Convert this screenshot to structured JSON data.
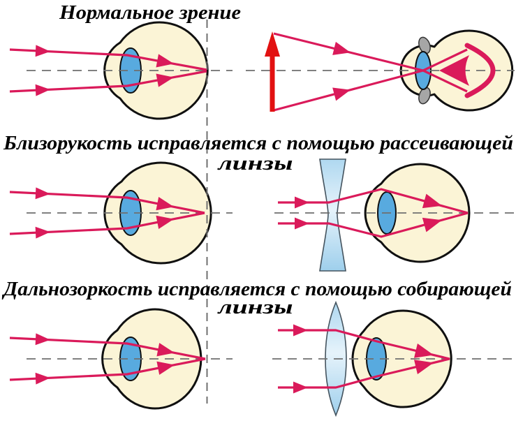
{
  "sections": {
    "normal": {
      "title": "Нормальное зрение"
    },
    "myopia": {
      "title": "Близорукость исправляется с помощью рассеивающей",
      "title_line2": "линзы"
    },
    "hyperopia": {
      "title": "Дальнозоркость исправляется с помощью собирающей",
      "title_line2": "линзы"
    }
  },
  "colors": {
    "ray": "#DA1A5A",
    "object-arrow": "#E21111",
    "eye-fill": "#FBF4D6",
    "eye-outline": "#101010",
    "eye-lens": "#58AADF",
    "corrective-lens-top": "#AFD8F0",
    "corrective-lens-mid": "#E6F3FB",
    "corrective-lens-deep": "#9ECFEC",
    "axis-gray": "#6F6F6F",
    "ciliary-gray": "#A6A6A6",
    "title-text": "#000000",
    "background": "#FFFFFF"
  }
}
